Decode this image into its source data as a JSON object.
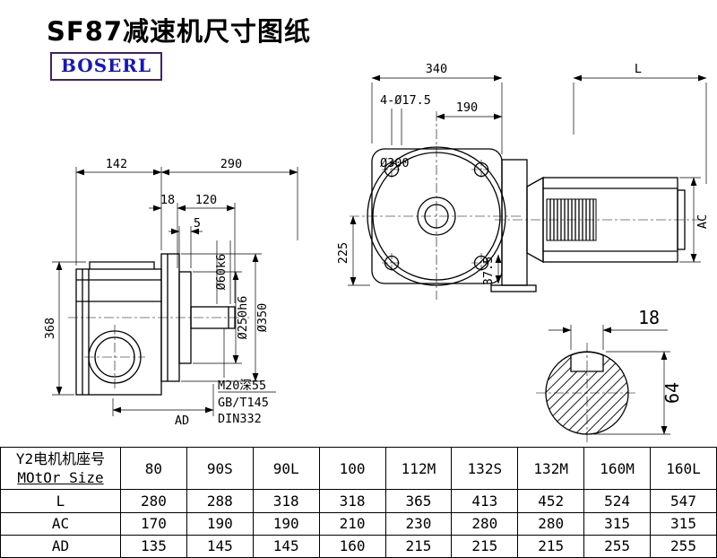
{
  "title": "SF87减速机尺寸图纸",
  "logo": "BOSERL",
  "colors": {
    "logo_text": "#1616bb",
    "logo_border": "#3d2462",
    "line": "#000000"
  },
  "side_view": {
    "dims": {
      "width_housing": "142",
      "width_total": "290",
      "flange_thickness": "18",
      "shaft_length": "120",
      "boss_thickness": "5",
      "height_total": "368",
      "ad": "AD",
      "shaft_dia": "Ø60k6",
      "spigot_dia": "Ø250h6",
      "flange_dia": "Ø350"
    },
    "notes": [
      "M20深55",
      "GB/T145",
      "DIN332"
    ]
  },
  "front_view": {
    "dims": {
      "width_flange": "340",
      "motor_length": "L",
      "bolt_holes": "4-Ø17.5",
      "center_offset": "190",
      "flange_dia": "Ø300",
      "center_height": "225",
      "foot_height": "37.5",
      "ac": "AC"
    }
  },
  "shaft_view": {
    "dims": {
      "key_width": "18",
      "shaft_height": "64"
    }
  },
  "table": {
    "header_line1": "Y2电机机座号",
    "header_line2": "MOtOr Size",
    "sizes": [
      "80",
      "90S",
      "90L",
      "100",
      "112M",
      "132S",
      "132M",
      "160M",
      "160L"
    ],
    "rows": [
      {
        "label": "L",
        "values": [
          "280",
          "288",
          "318",
          "318",
          "365",
          "413",
          "452",
          "524",
          "547"
        ]
      },
      {
        "label": "AC",
        "values": [
          "170",
          "190",
          "190",
          "210",
          "230",
          "280",
          "280",
          "315",
          "315"
        ]
      },
      {
        "label": "AD",
        "values": [
          "135",
          "145",
          "145",
          "160",
          "215",
          "215",
          "215",
          "255",
          "255"
        ]
      }
    ]
  }
}
